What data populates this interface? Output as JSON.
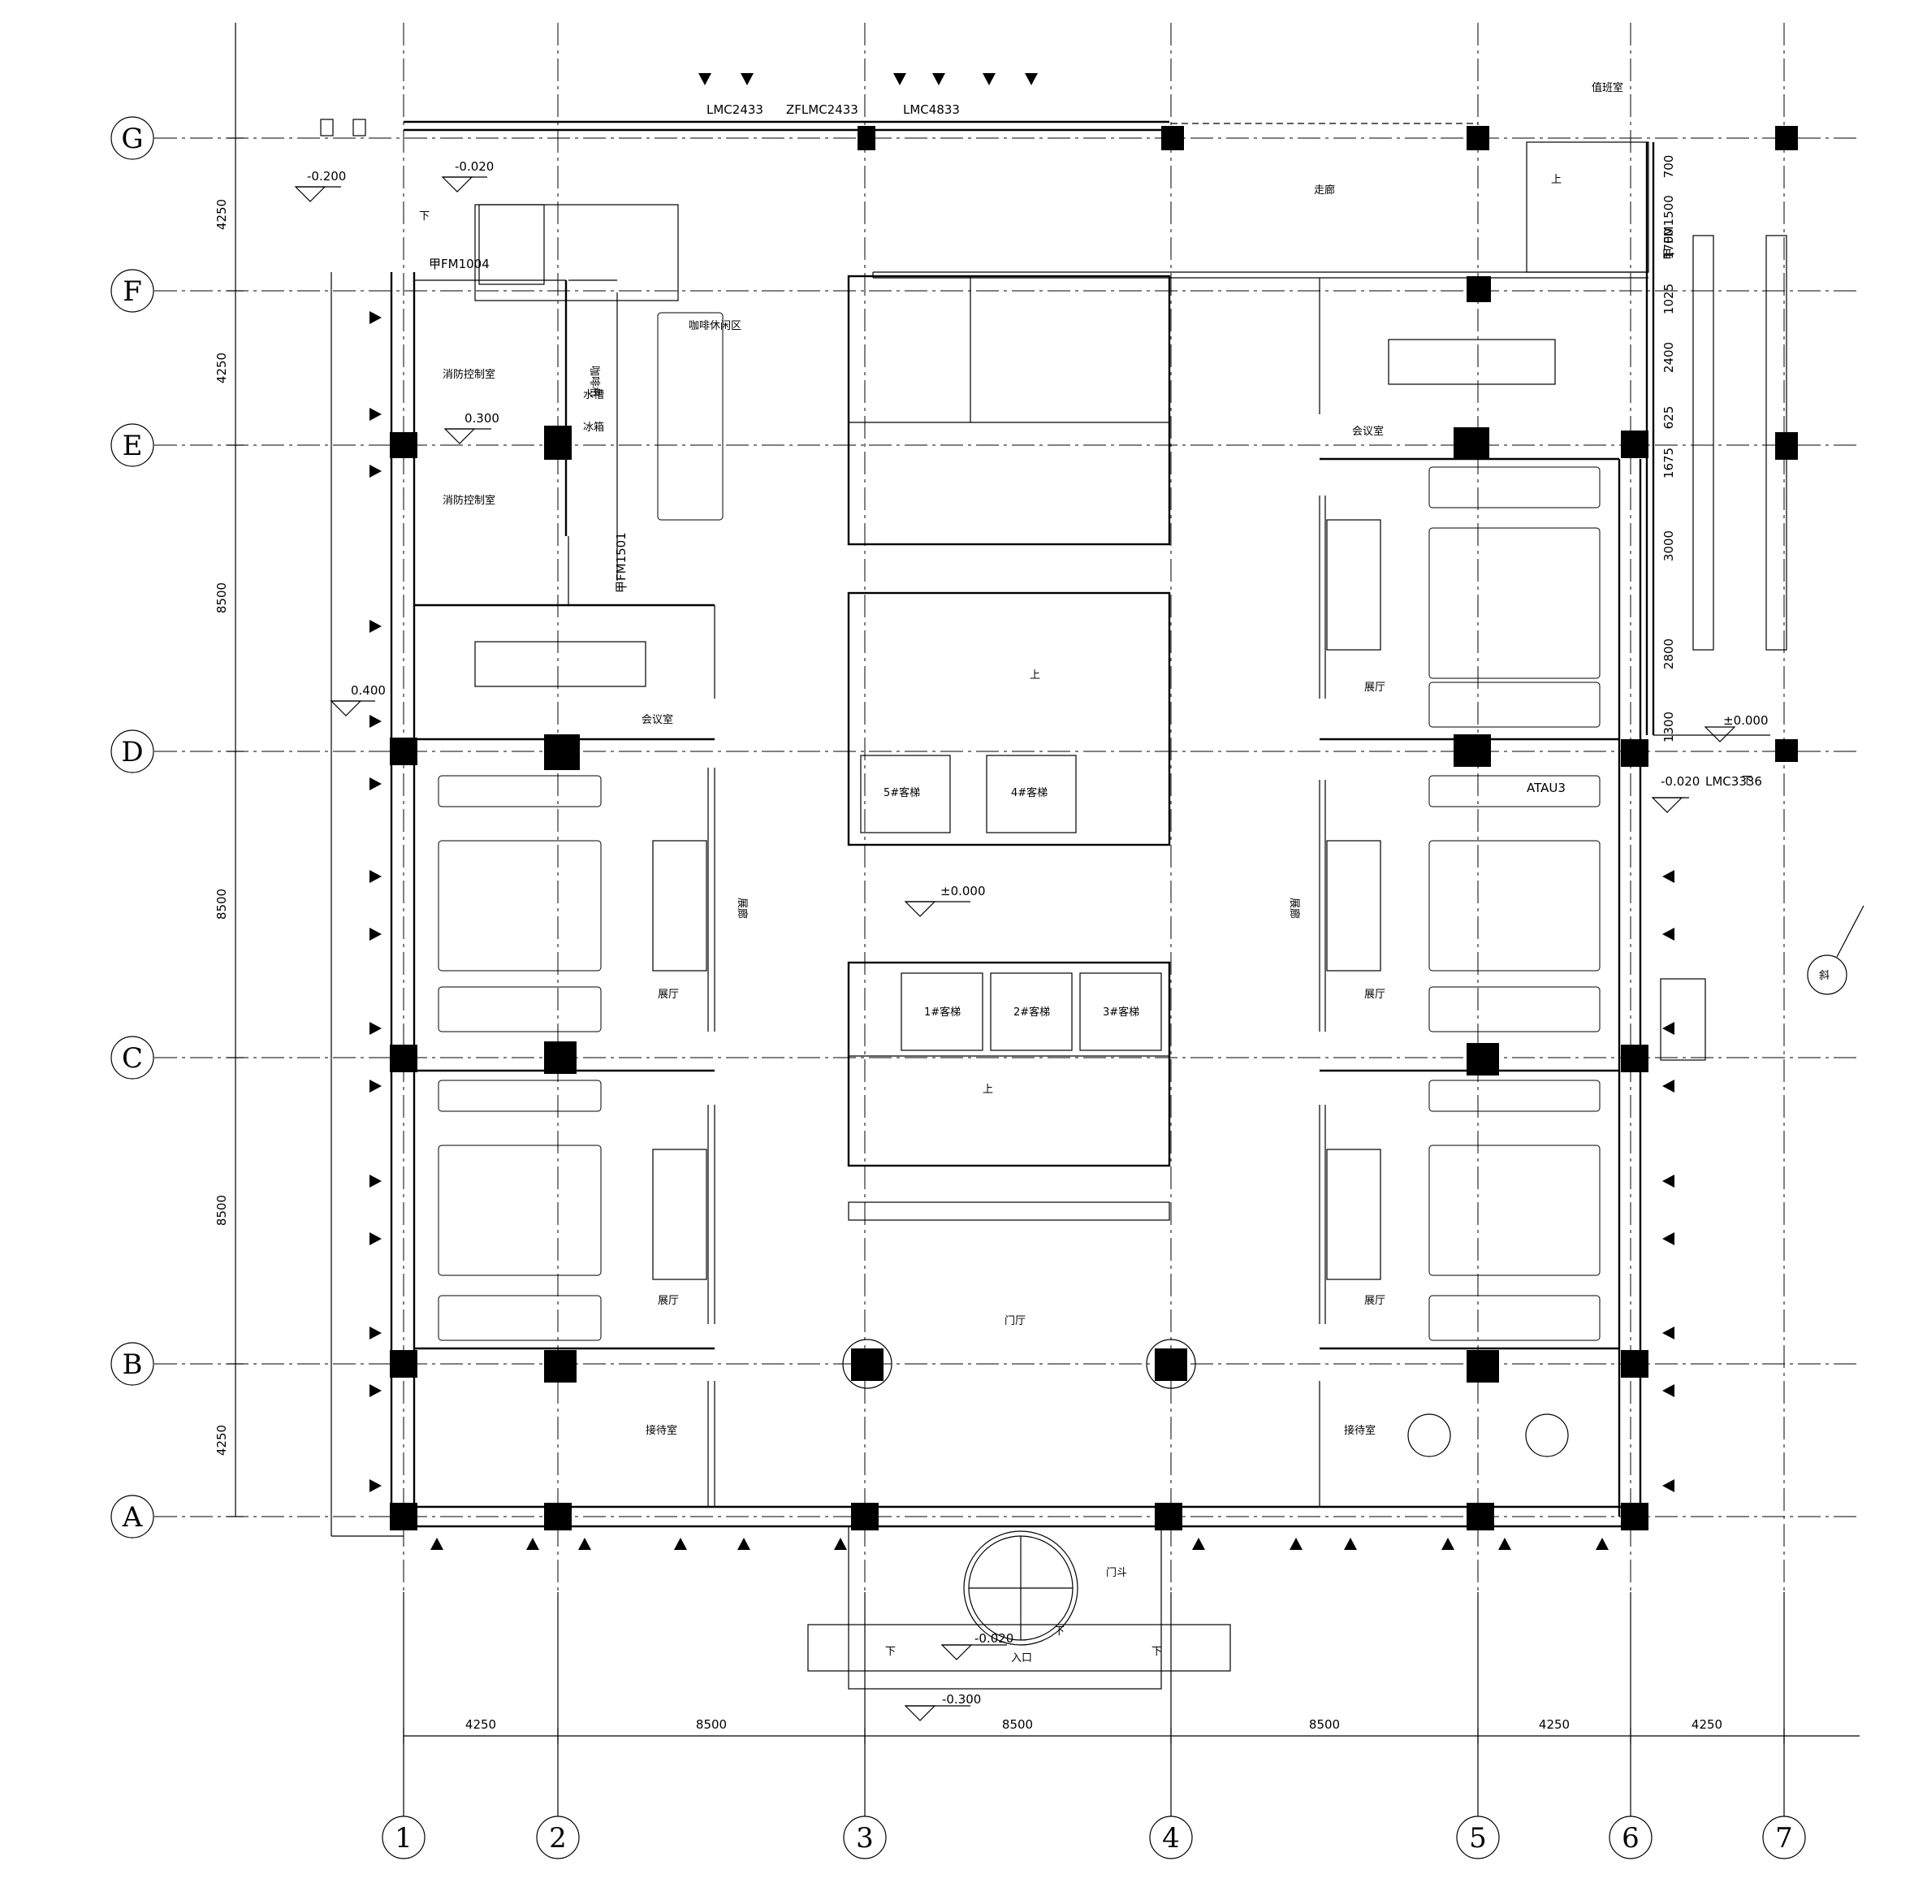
{
  "grid": {
    "rows": [
      "G",
      "F",
      "E",
      "D",
      "C",
      "B",
      "A"
    ],
    "cols": [
      "1",
      "2",
      "3",
      "4",
      "5",
      "6",
      "7"
    ]
  },
  "dimensions": {
    "vertical": [
      "4250",
      "4250",
      "8500",
      "8500",
      "8500",
      "4250"
    ],
    "horizontal": [
      "4250",
      "8500",
      "8500",
      "8500",
      "4250",
      "4250"
    ],
    "side_right": [
      "700",
      "1700",
      "1025",
      "2400",
      "625",
      "1675",
      "3000",
      "2800",
      "1300"
    ]
  },
  "levels": {
    "l1": "-0.200",
    "l2": "-0.020",
    "l3": "0.300",
    "l4": "0.400",
    "l5": "±0.000",
    "l6": "±0.000",
    "l7": "-0.020",
    "l8": "-0.020",
    "l9": "-0.300"
  },
  "doors": {
    "d1": "LMC2433",
    "d2": "ZFLMC2433",
    "d3": "LMC4833",
    "d4": "FM1004",
    "d5": "FM1501",
    "d6": "LMC3336",
    "d7": "FM1500"
  },
  "rooms": {
    "fire_control_1": "消防控制室",
    "fire_control_2": "消防控制室",
    "cafe": "咖啡休闲区",
    "meeting_left": "会议室",
    "meeting_right": "会议室",
    "corridor_top": "走廊",
    "duty_room": "值班室",
    "hall_left_1": "展厅",
    "hall_left_2": "展厅",
    "hall_right_1": "展厅",
    "hall_right_2": "展厅",
    "hall_right_3": "展厅",
    "gallery_left": "展廊",
    "gallery_right": "展廊",
    "reception_left": "接待室",
    "reception_right": "接待室",
    "lobby": "门厅",
    "vestibule": "门斗",
    "entrance": "入口",
    "elev1": "1#客梯",
    "elev2": "2#客梯",
    "elev3": "3#客梯",
    "elev4": "4#客梯",
    "elev5": "5#客梯",
    "coffee_machine": "咖啡机",
    "sink": "水槽",
    "fridge": "冰箱",
    "up1": "上",
    "up2": "上",
    "up3": "上",
    "down1": "下",
    "down2": "下",
    "down3": "下",
    "down4": "下",
    "down5": "下",
    "slope": "斜",
    "atau": "ATAU3",
    "door_fm1004_prefix": "甲",
    "door_fm1501_prefix": "甲",
    "door_fm1500_prefix": "甲"
  }
}
